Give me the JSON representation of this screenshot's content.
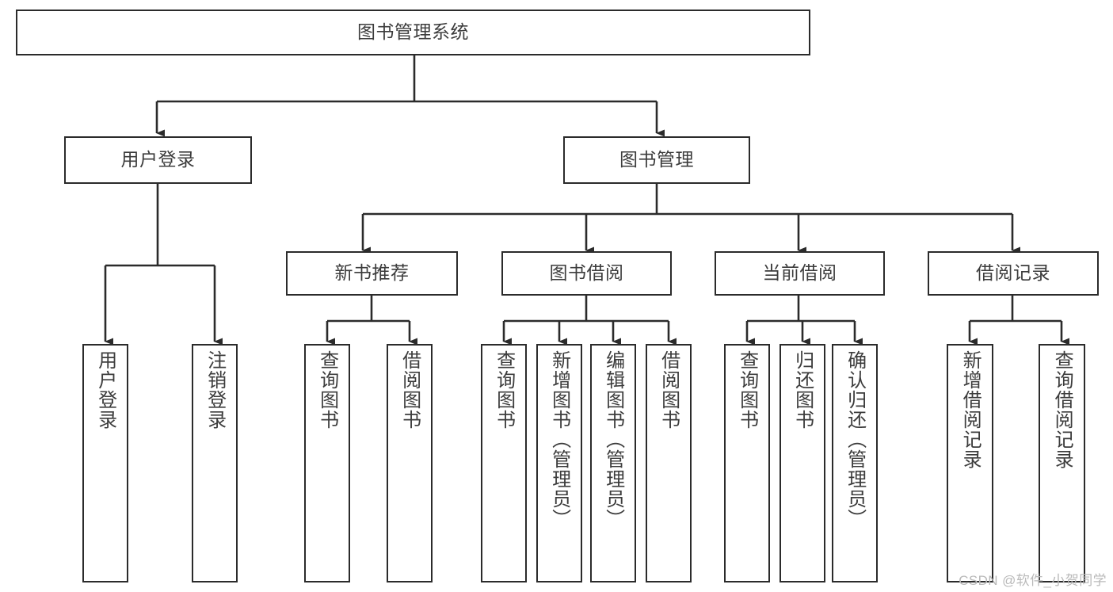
{
  "diagram": {
    "kind": "tree-structure-chart",
    "root": {
      "id": "root",
      "label": "图书管理系统"
    },
    "level1": [
      {
        "id": "user-login",
        "label": "用户登录"
      },
      {
        "id": "book-management",
        "label": "图书管理"
      }
    ],
    "level2": [
      {
        "id": "new-book-recommend",
        "label": "新书推荐",
        "parent": "book-management"
      },
      {
        "id": "book-borrow",
        "label": "图书借阅",
        "parent": "book-management"
      },
      {
        "id": "current-borrow",
        "label": "当前借阅",
        "parent": "book-management"
      },
      {
        "id": "borrow-record",
        "label": "借阅记录",
        "parent": "book-management"
      }
    ],
    "leaves": {
      "user_login": [
        {
          "id": "leaf-user-login",
          "label": "用户登录"
        },
        {
          "id": "leaf-logout-login",
          "label": "注销登录"
        }
      ],
      "new_book_recommend": [
        {
          "id": "leaf-query-book-1",
          "label": "查询图书"
        },
        {
          "id": "leaf-borrow-book-1",
          "label": "借阅图书"
        }
      ],
      "book_borrow": [
        {
          "id": "leaf-query-book-2",
          "label": "查询图书"
        },
        {
          "id": "leaf-add-book",
          "label": "新增图书（管理员）"
        },
        {
          "id": "leaf-edit-book",
          "label": "编辑图书（管理员）"
        },
        {
          "id": "leaf-borrow-book-2",
          "label": "借阅图书"
        }
      ],
      "current_borrow": [
        {
          "id": "leaf-query-book-3",
          "label": "查询图书"
        },
        {
          "id": "leaf-return-book",
          "label": "归还图书"
        },
        {
          "id": "leaf-confirm-return",
          "label": "确认归还（管理员）"
        }
      ],
      "borrow_record": [
        {
          "id": "leaf-add-borrow-record",
          "label": "新增借阅记录"
        },
        {
          "id": "leaf-query-borrow-record",
          "label": "查询借阅记录"
        }
      ]
    }
  },
  "watermark": {
    "text": "CSDN @软件_小贺同学"
  },
  "colors": {
    "stroke": "#2b2b2b",
    "text": "#3c3c3c",
    "background": "#ffffff",
    "watermark": "#b9b9b9"
  }
}
